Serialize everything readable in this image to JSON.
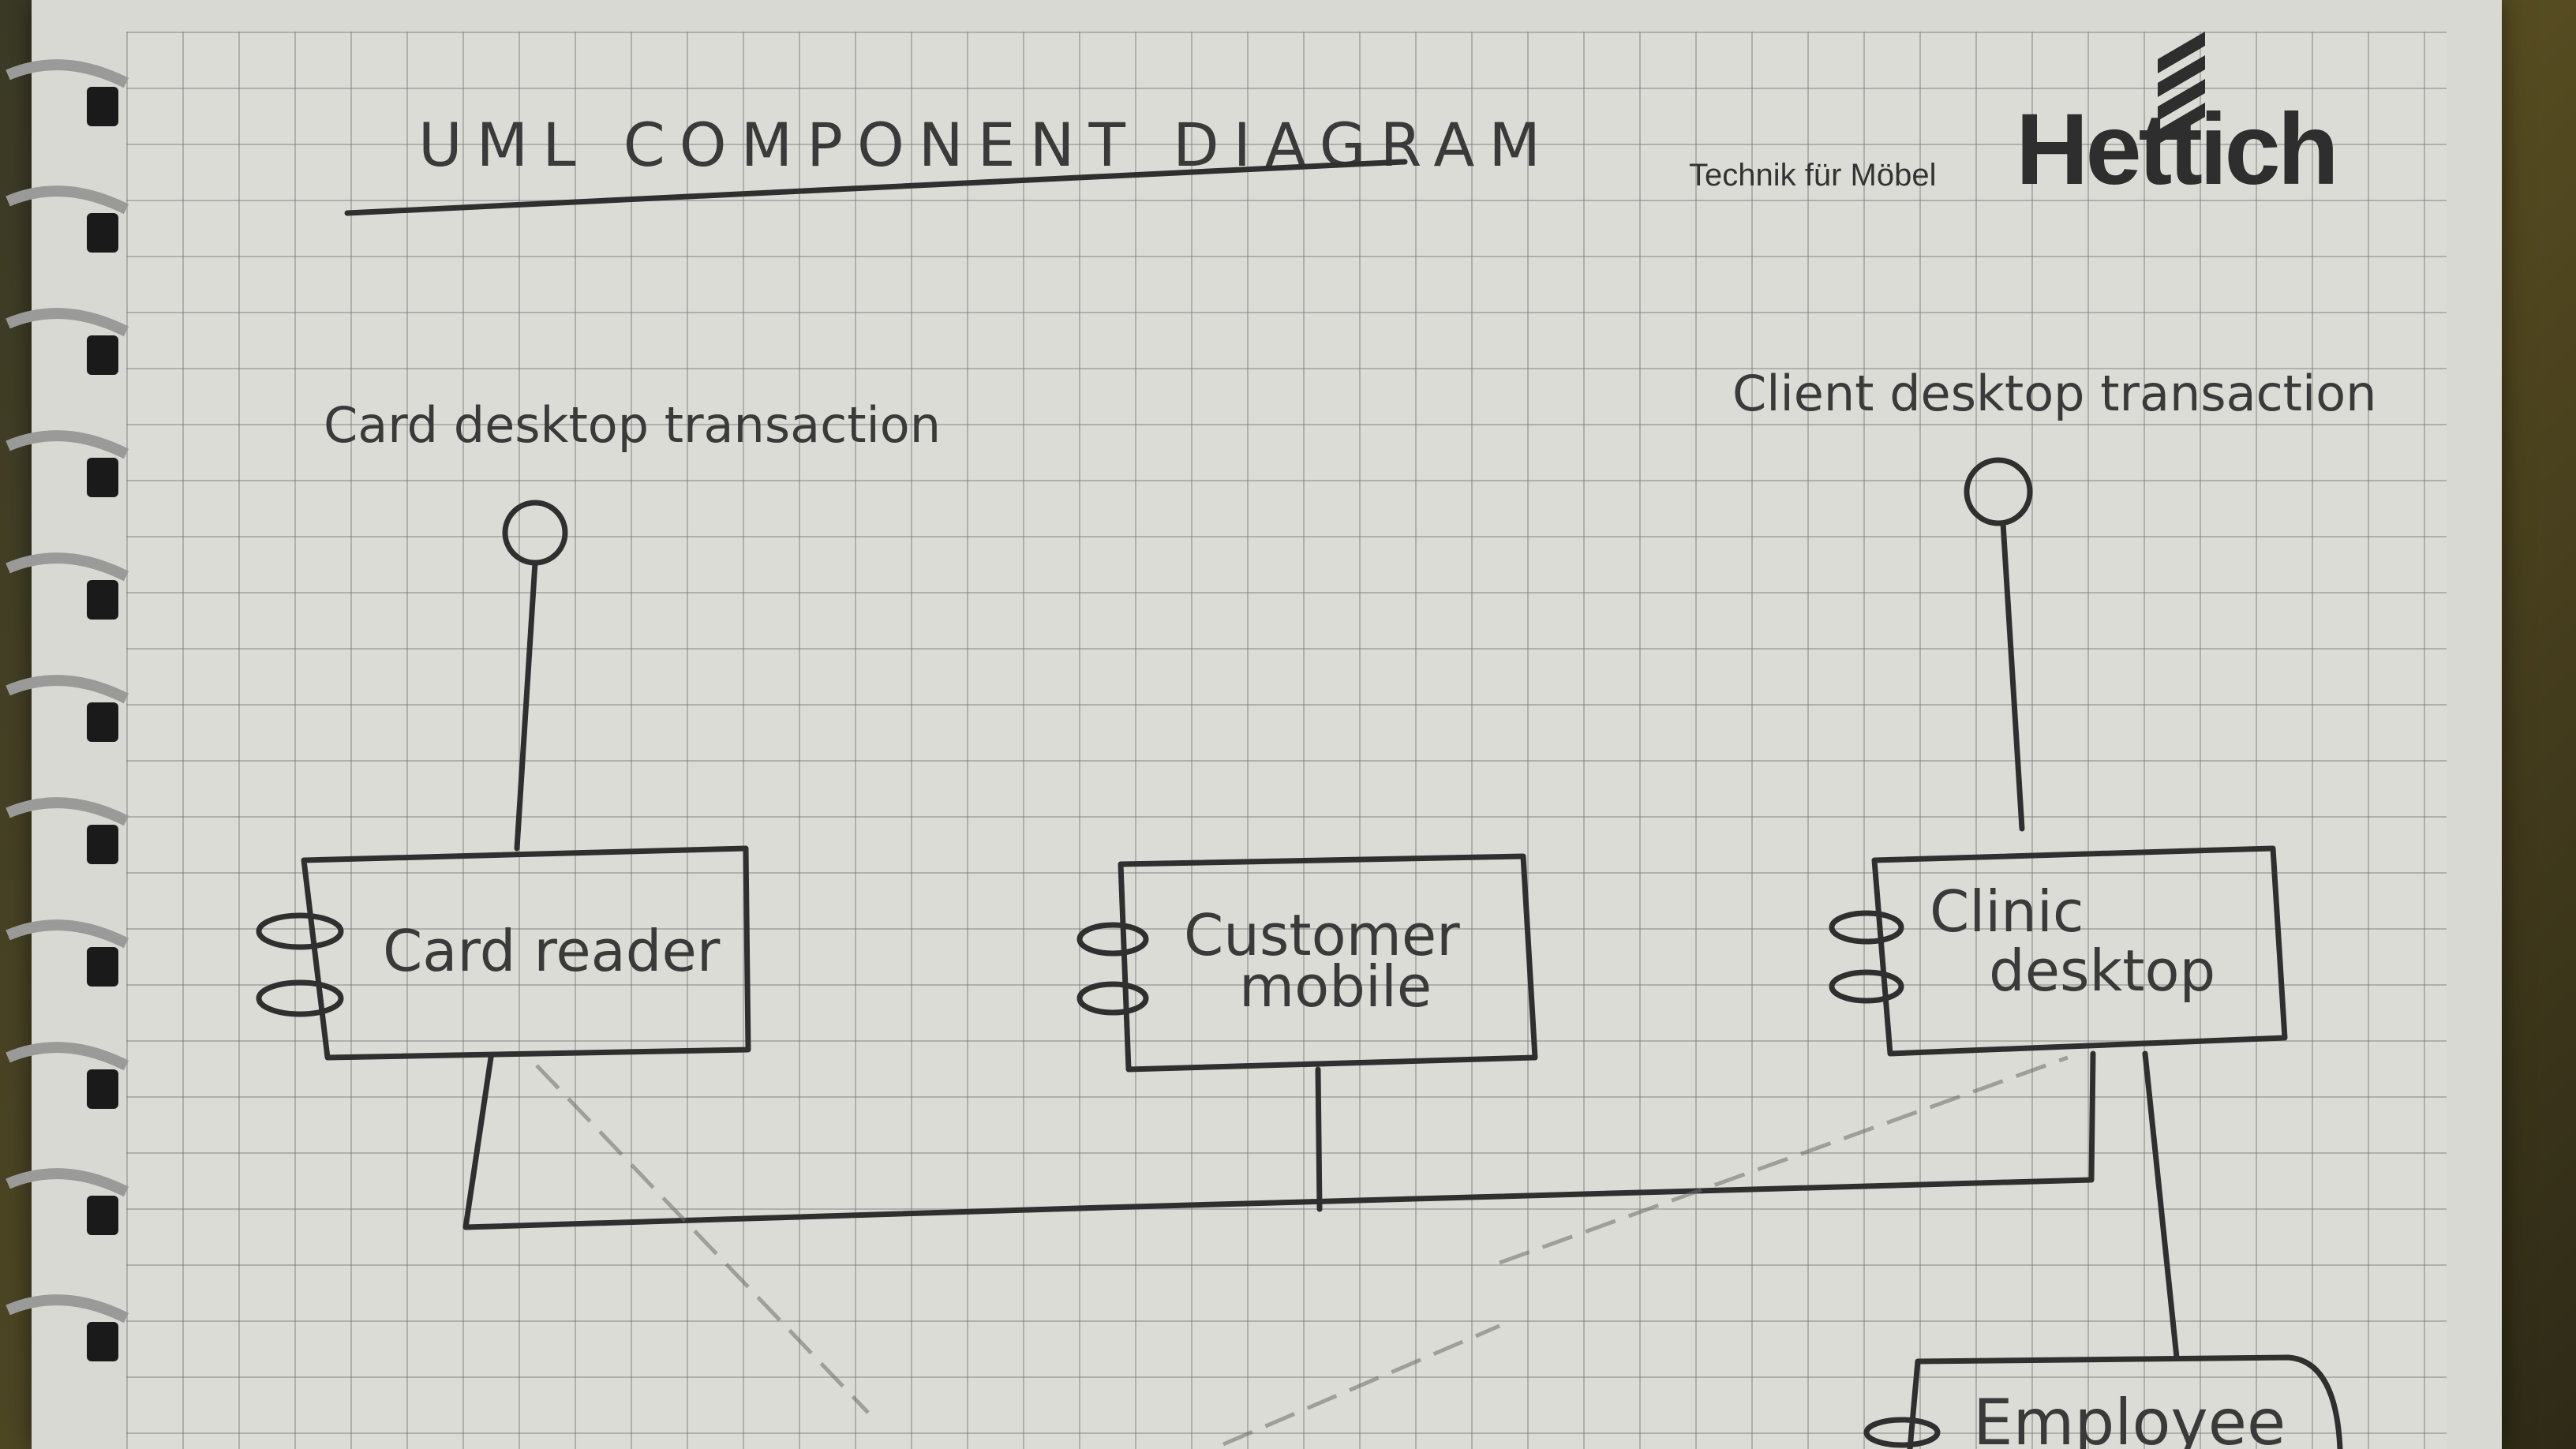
{
  "title": "UML COMPONENT DIAGRAM",
  "brand": {
    "tagline": "Technik für Möbel",
    "name": "Hettich"
  },
  "interfaces": {
    "card_desktop": "Card desktop transaction",
    "client_desktop": "Client desktop transaction"
  },
  "components": {
    "card_reader": "Card reader",
    "customer_mobile_line1": "Customer",
    "customer_mobile_line2": "mobile",
    "clinic_desktop_line1": "Clinic",
    "clinic_desktop_line2": "desktop",
    "employee": "Employee"
  },
  "colors": {
    "paper": "#dcdcd7",
    "ink": "#2f2f2f",
    "grid": "#8a8a8a"
  }
}
